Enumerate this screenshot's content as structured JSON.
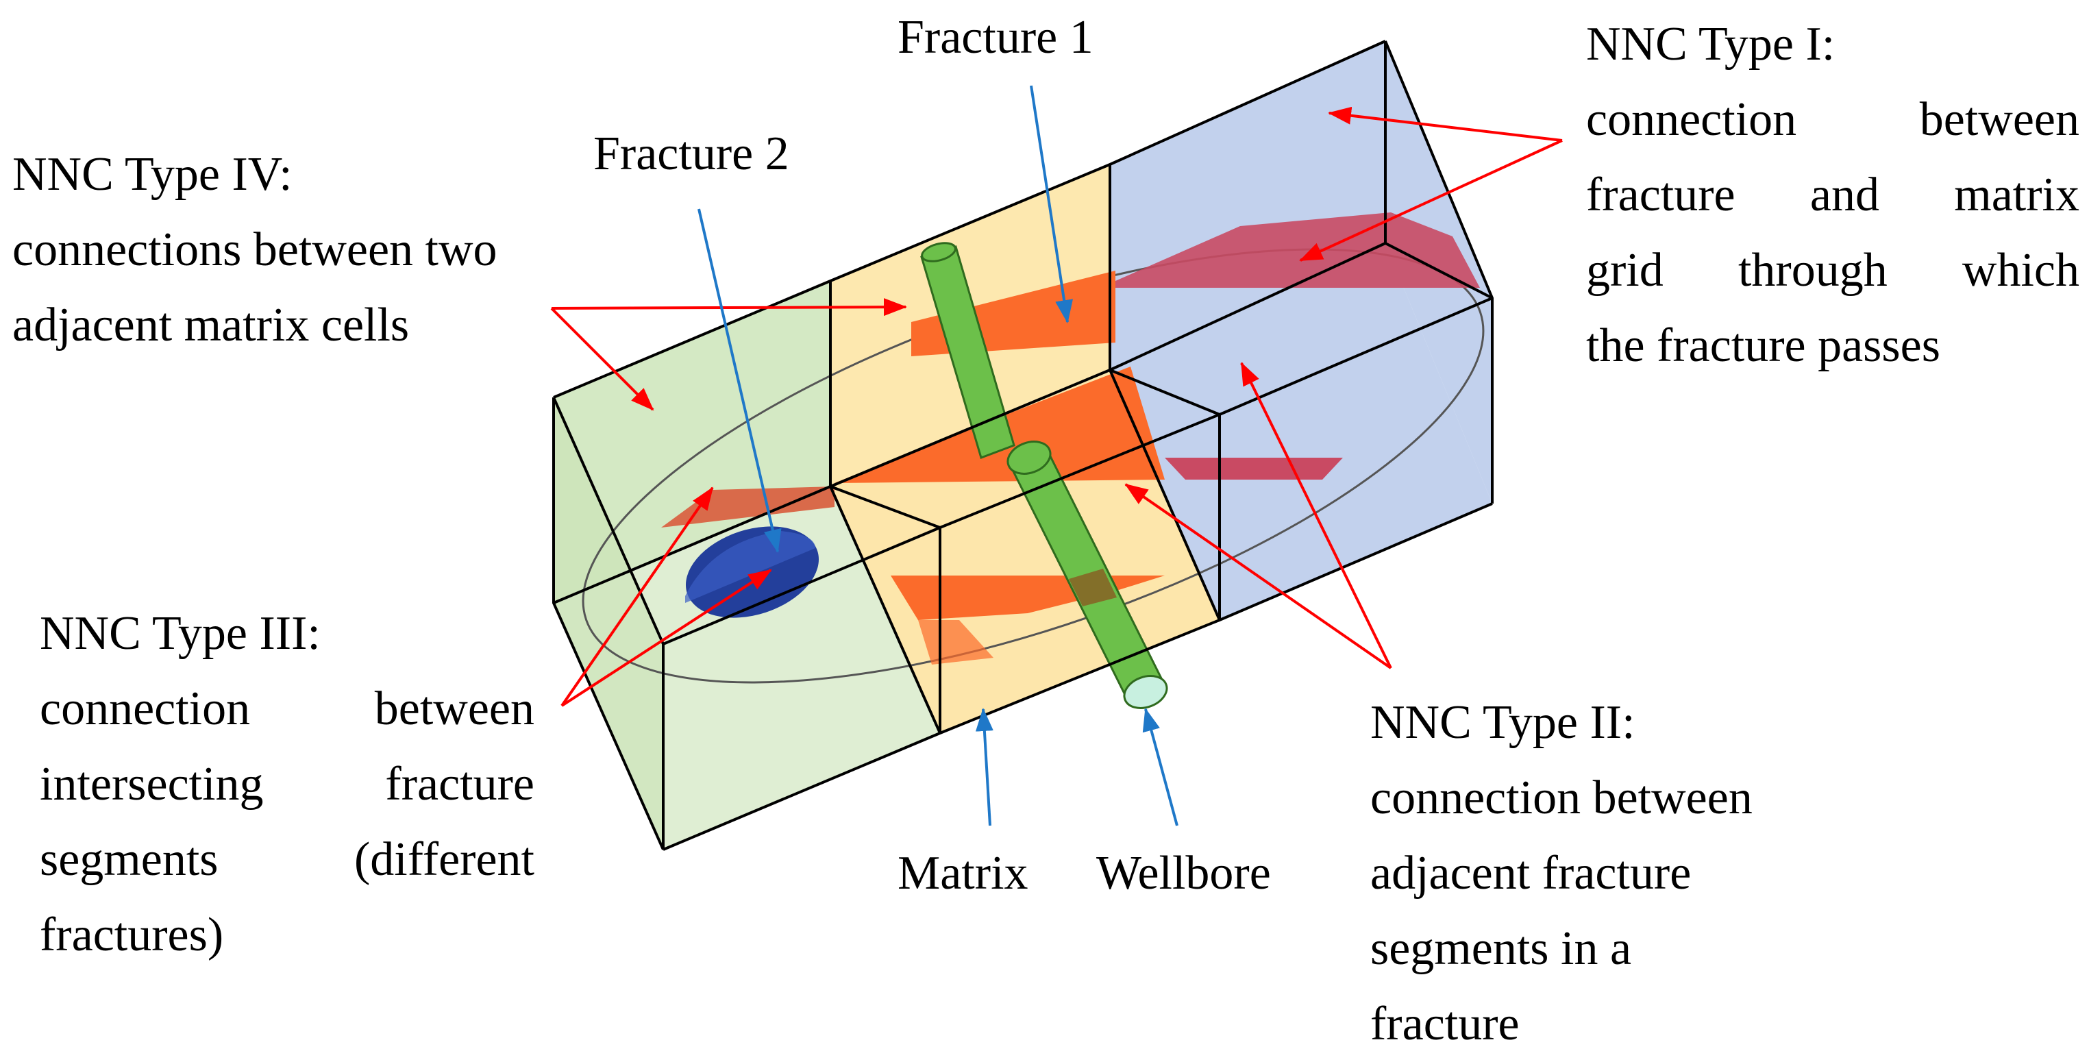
{
  "labels": {
    "fracture1": "Fracture 1",
    "fracture2": "Fracture 2",
    "matrix": "Matrix",
    "wellbore": "Wellbore"
  },
  "nnc_type_1": {
    "lines": [
      "NNC Type I:",
      "connection between",
      "fracture and matrix",
      "grid through which",
      "the fracture passes"
    ]
  },
  "nnc_type_2": {
    "lines": [
      "NNC Type II:",
      "connection between",
      "adjacent fracture",
      "segments in a",
      "fracture"
    ]
  },
  "nnc_type_3": {
    "lines": [
      "NNC Type III:",
      "connection between",
      "intersecting fracture",
      "segments (different",
      "fractures)"
    ]
  },
  "nnc_type_4": {
    "lines": [
      "NNC Type IV:",
      "connections between two",
      "adjacent matrix cells"
    ]
  },
  "colors": {
    "matrix_green": "#c9e3b5",
    "matrix_yellow": "#fde5a6",
    "matrix_blue": "#b7c9ea",
    "fracture_orange": "#fb6b2b",
    "fracture_crimson": "#c94a63",
    "fracture2_blue": "#233f9b",
    "wellbore_green": "#6cc04a",
    "red_arrow": "#ff0000",
    "blue_arrow": "#1f78c8",
    "outline": "#000000"
  }
}
